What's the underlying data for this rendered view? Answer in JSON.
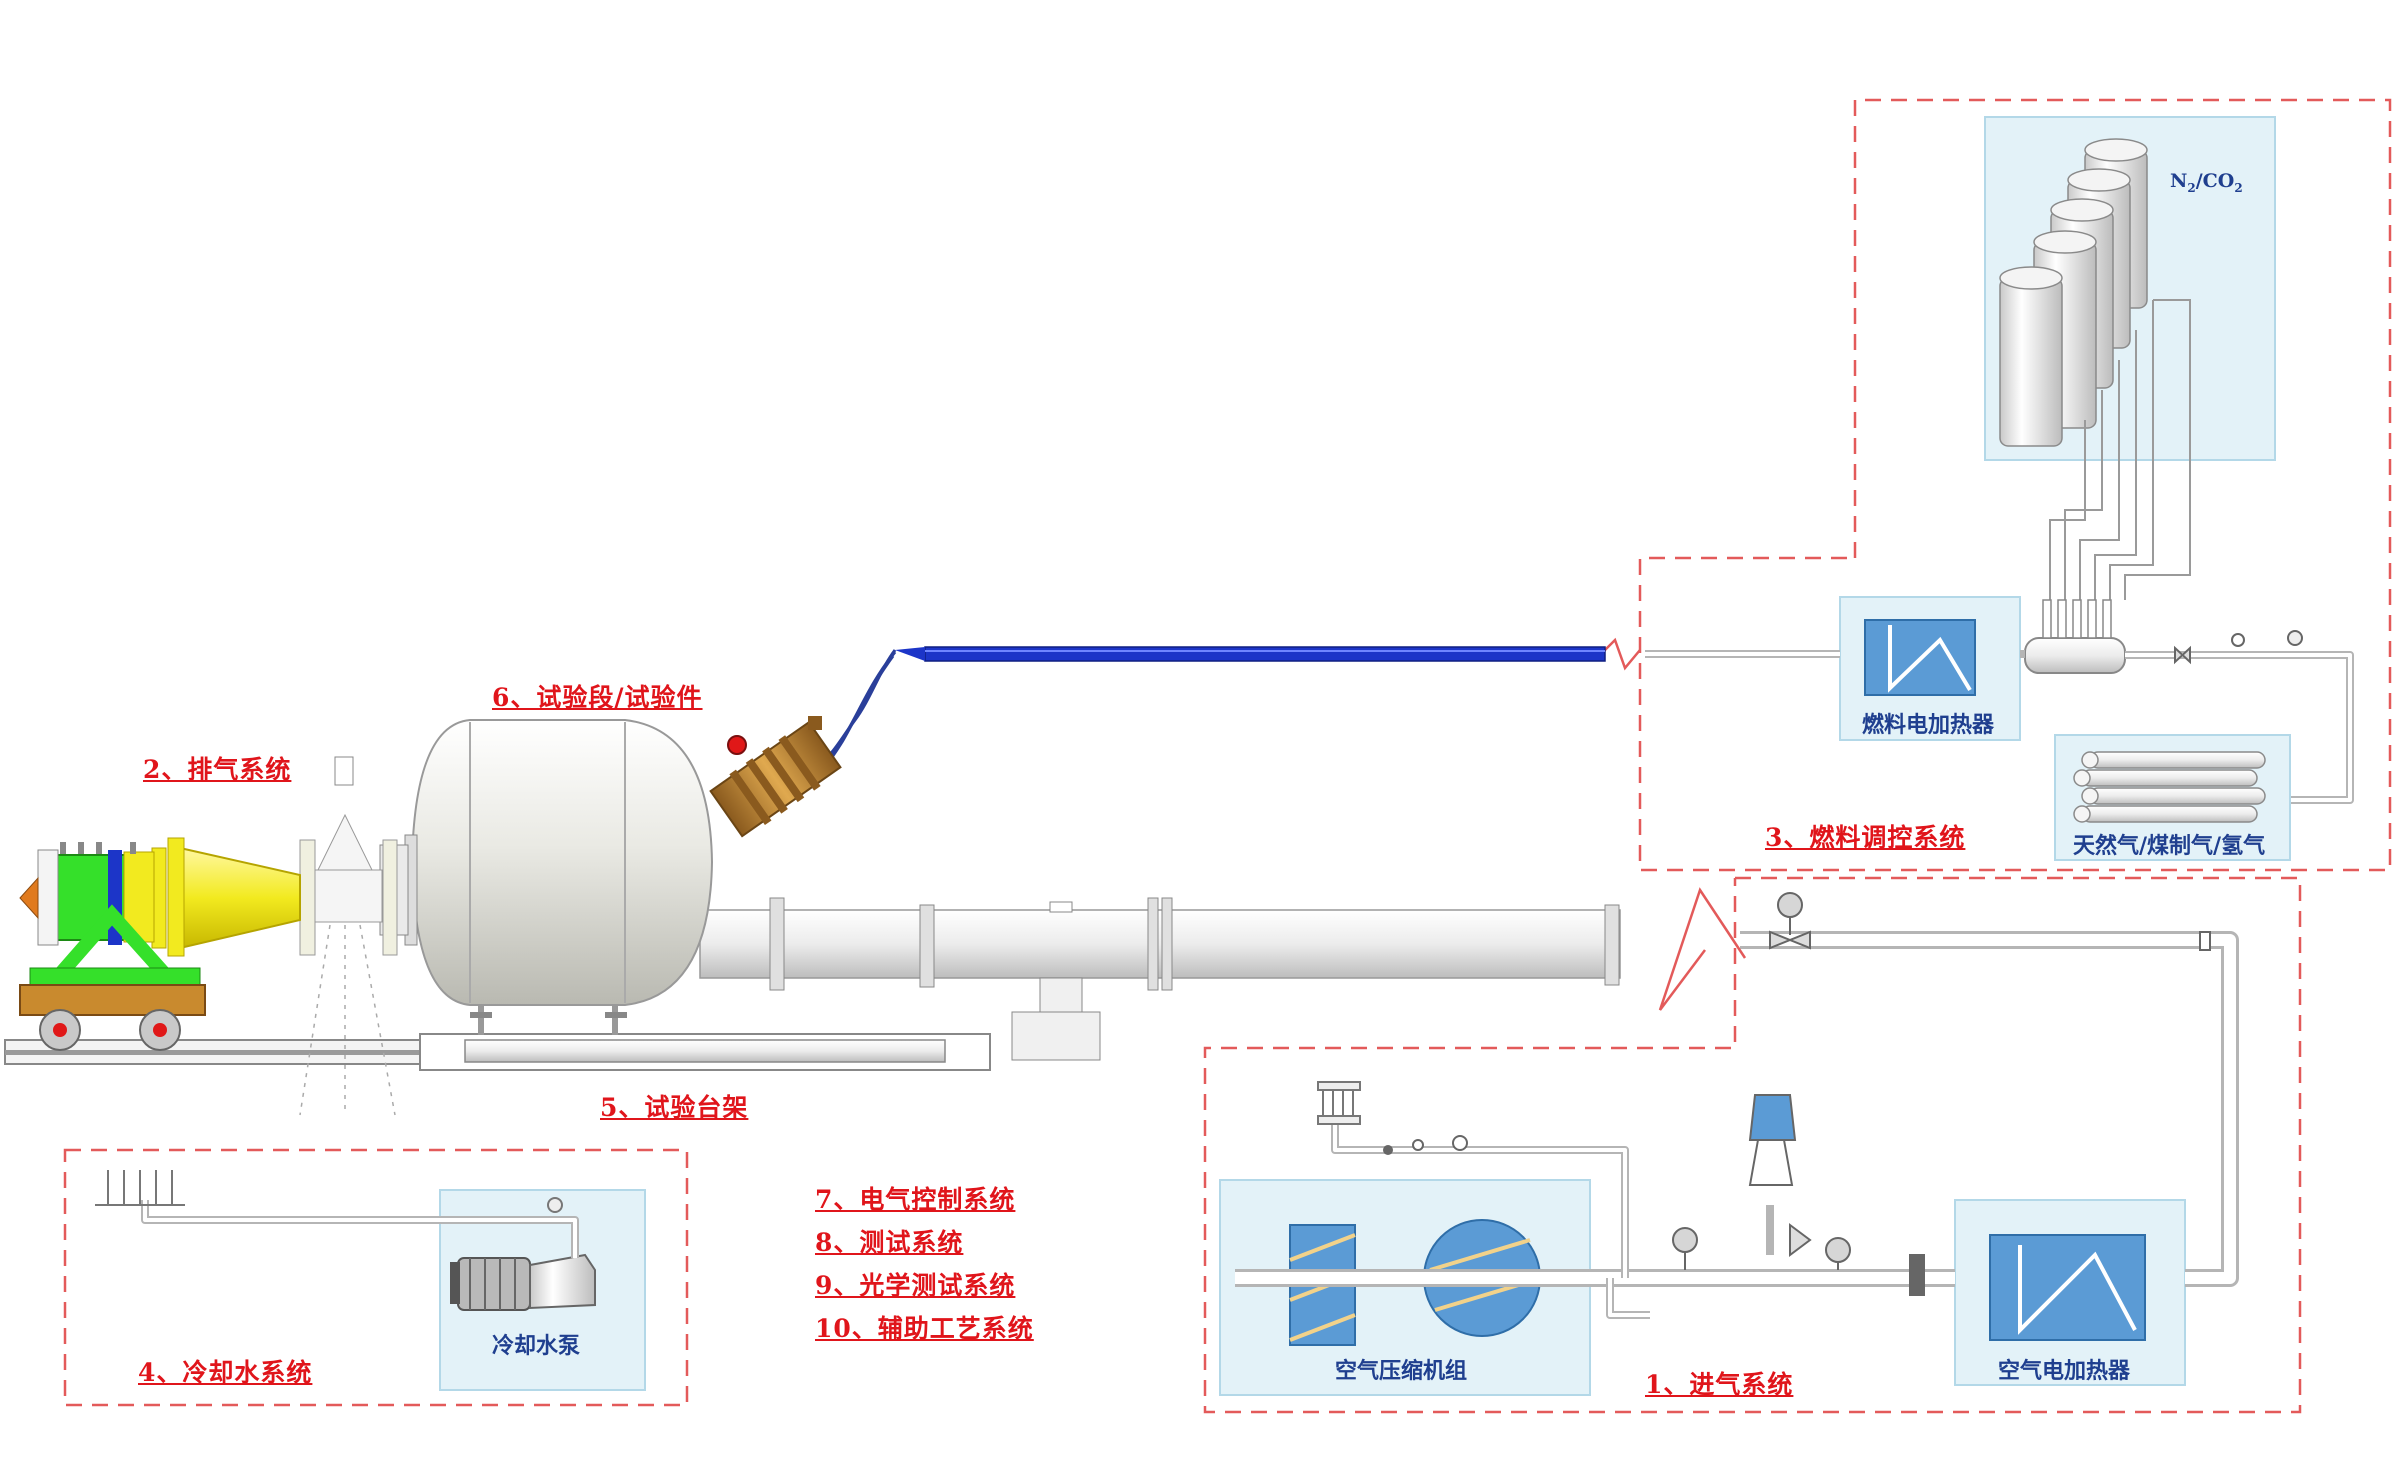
{
  "labels": {
    "exhaust": "2、排气系统",
    "test_section": "6、试验段/试验件",
    "fuel_control": "3、燃料调控系统",
    "test_stand": "5、试验台架",
    "electrical": "7、电气控制系统",
    "measurement": "8、测试系统",
    "optical": "9、光学测试系统",
    "auxiliary": "10、辅助工艺系统",
    "cooling_water": "4、冷却水系统",
    "air_intake": "1、进气系统"
  },
  "captions": {
    "gas_cylinders_n": "N",
    "gas_cylinders_sub1": "2",
    "gas_cylinders_slash": "/CO",
    "gas_cylinders_sub2": "2",
    "fuel_heater": "燃料电加热器",
    "fuel_gas": "天然气/煤制气/氢气",
    "cooling_pump": "冷却水泵",
    "air_compressor": "空气压缩机组",
    "air_heater": "空气电加热器"
  },
  "colors": {
    "label_red": "#e0151b",
    "caption_blue": "#1f3f8f",
    "dashed_border": "#e35a5a",
    "equipment_panel": "#e3f2f8",
    "equipment_blue": "#5b9bd5",
    "fuel_pipe_blue": "#1c35c8",
    "exhaust_yellow": "#f2ea1f",
    "frame_green": "#35e02a",
    "igniter_bronze": "#c98a2e"
  }
}
